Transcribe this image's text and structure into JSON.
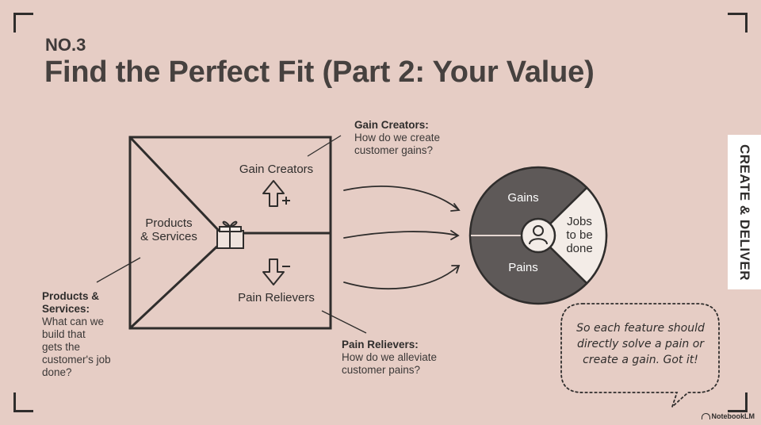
{
  "header": {
    "eyebrow": "NO.3",
    "title": "Find the Perfect Fit (Part 2: Your Value)"
  },
  "side_tab": {
    "label": "CREATE & DELIVER"
  },
  "value_map": {
    "gain_creators_label": "Gain Creators",
    "products_label_line1": "Products",
    "products_label_line2": "& Services",
    "pain_relievers_label": "Pain Relievers"
  },
  "annotations": {
    "gain_creators": {
      "head": "Gain Creators:",
      "line1": "How do we create",
      "line2": "customer gains?"
    },
    "pain_relievers": {
      "head": "Pain Relievers:",
      "line1": "How do we alleviate",
      "line2": "customer pains?"
    },
    "products": {
      "head1": "Products &",
      "head2": "Services:",
      "line1": "What can we",
      "line2": "build that",
      "line3": "gets the",
      "line4": "customer's job",
      "line5": "done?"
    }
  },
  "customer_profile": {
    "gains_label": "Gains",
    "pains_label": "Pains",
    "jobs_line1": "Jobs",
    "jobs_line2": "to be",
    "jobs_line3": "done"
  },
  "speech_bubble": {
    "line1": "So each feature should",
    "line2": "directly solve a pain or",
    "line3": "create a gain. Got it!"
  },
  "brand": {
    "label": "NotebookLM"
  },
  "colors": {
    "background": "#e6cdc5",
    "ink": "#2f2d2c",
    "circle_fill": "#5e5958",
    "jobs_fill": "#f3ece7",
    "tab_bg": "#ffffff"
  }
}
